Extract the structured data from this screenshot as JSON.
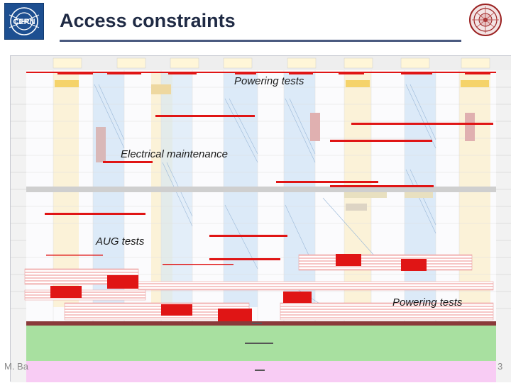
{
  "header": {
    "title": "Access constraints",
    "logo_left_text": "CERN"
  },
  "schedule": {
    "annotations": [
      {
        "id": "powering-tests-top",
        "text": "Powering tests"
      },
      {
        "id": "electrical-maintenance",
        "text": "Electrical maintenance"
      },
      {
        "id": "aug-tests",
        "text": "AUG tests"
      },
      {
        "id": "powering-tests-bottom",
        "text": "Powering tests"
      }
    ],
    "colors": {
      "constraint_red": "#e01515",
      "hatch_pink": "#f6c6c6",
      "band_green": "#a8e0a0",
      "band_pink": "#f8ccf4",
      "column_blue": "#d4e6f6",
      "column_yellow": "#fbeec8",
      "gray_band": "#cfcfcf"
    }
  },
  "footer": {
    "author": "M. Ba",
    "page": "3"
  }
}
